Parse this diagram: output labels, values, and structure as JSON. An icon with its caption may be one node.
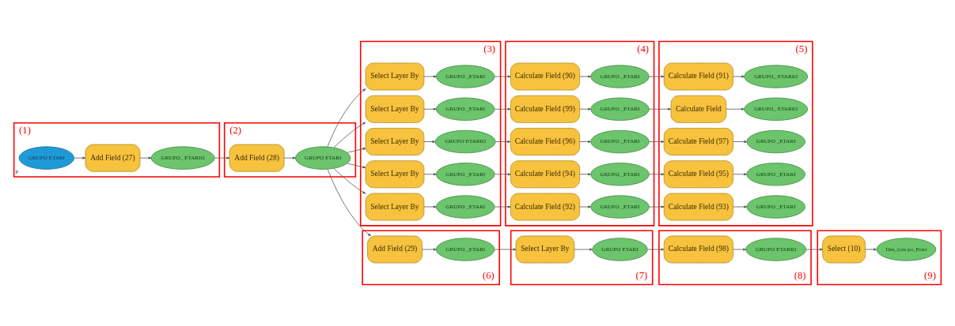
{
  "diagram": {
    "nodes": [
      {
        "text": [
          "(1)"
        ]
      },
      {
        "text": [
          "GRUPO ETARI"
        ],
        "in": 0,
        "beside": [
          "P"
        ]
      },
      {
        "text": [
          "Add Field (27)"
        ],
        "in": 0
      },
      {
        "text": [
          "GRUPO_ ETARIO"
        ],
        "in": 0
      },
      {
        "text": [
          "(2)"
        ]
      },
      {
        "text": [
          "Add Field (28)"
        ],
        "in": 4
      },
      {
        "text": [
          "GRUPO ETARI"
        ],
        "in": 4
      },
      {
        "text": [
          "(3)"
        ]
      },
      {
        "text": [
          "Select Layer By"
        ],
        "in": 7
      },
      {
        "text": [
          "GRUPO _ETARI"
        ],
        "in": 7
      },
      {
        "text": [
          "Select Layer By"
        ],
        "in": 7
      },
      {
        "text": [
          "GRUPO _ETARI"
        ],
        "in": 7
      },
      {
        "text": [
          "Select Layer By"
        ],
        "in": 7
      },
      {
        "text": [
          "GRUPO ETARIO"
        ],
        "in": 7
      },
      {
        "text": [
          "Select Layer By"
        ],
        "in": 7
      },
      {
        "text": [
          "GRUPO _ETARI"
        ],
        "in": 7
      },
      {
        "text": [
          "Select Layer By"
        ],
        "in": 7
      },
      {
        "text": [
          "GRUPO _ETARI"
        ],
        "in": 7
      },
      {
        "text": [
          "(4)"
        ]
      },
      {
        "text": [
          "Calculate Field (90)"
        ],
        "in": 18
      },
      {
        "text": [
          "GRUPO _ETARI"
        ],
        "in": 18
      },
      {
        "text": [
          "Calculate Field (99)"
        ],
        "in": 18
      },
      {
        "text": [
          "GRUPO _ETARI"
        ],
        "in": 18
      },
      {
        "text": [
          "Calculate Field (96)"
        ],
        "in": 18
      },
      {
        "text": [
          "GRUPO _ETARI"
        ],
        "in": 18
      },
      {
        "text": [
          "Calculate Field (94)"
        ],
        "in": 18
      },
      {
        "text": [
          "GRUPO _ETARI"
        ],
        "in": 18
      },
      {
        "text": [
          "Calculate Field (92)"
        ],
        "in": 18
      },
      {
        "text": [
          "GRUPO _ETARI"
        ],
        "in": 18
      },
      {
        "text": [
          "(5)"
        ]
      },
      {
        "text": [
          "Calculate Field (91)"
        ],
        "in": 29
      },
      {
        "text": [
          "GRUPO_ ETARIO"
        ],
        "in": 29
      },
      {
        "text": [
          "Calculate Field"
        ],
        "in": 29
      },
      {
        "text": [
          "GRUPO_ ETARIO"
        ],
        "in": 29
      },
      {
        "text": [
          "Calculate Field (97)"
        ],
        "in": 29
      },
      {
        "text": [
          "GRUPO _ETARI"
        ],
        "in": 29
      },
      {
        "text": [
          "Calculate Field (95)"
        ],
        "in": 29
      },
      {
        "text": [
          "GRUPO _ETARI"
        ],
        "in": 29
      },
      {
        "text": [
          "Calculate Field (93)"
        ],
        "in": 29
      },
      {
        "text": [
          "GRUPO _ETARI"
        ],
        "in": 29
      },
      {
        "text": [
          "(6)"
        ]
      },
      {
        "text": [
          "Add Field (29)"
        ],
        "in": 40
      },
      {
        "text": [
          "GRUPO _ETARI"
        ],
        "in": 40
      },
      {
        "text": [
          "(7)"
        ]
      },
      {
        "text": [
          "Select Layer By"
        ],
        "in": 43
      },
      {
        "text": [
          "GRUPO ETARI"
        ],
        "in": 43
      },
      {
        "text": [
          "(8)"
        ]
      },
      {
        "text": [
          "Calculate Field (98)"
        ],
        "in": 46
      },
      {
        "text": [
          "GRUPO ETARIO"
        ],
        "in": 46
      },
      {
        "text": [
          "(9)"
        ]
      },
      {
        "text": [
          "Select (10)"
        ],
        "in": 49
      },
      {
        "text": [
          "Des_Gru po_Etari"
        ],
        "in": 49
      }
    ],
    "edges": [
      {
        "from": 1,
        "to": 2,
        "arrow": "to"
      },
      {
        "from": 2,
        "to": 3,
        "arrow": "to"
      },
      {
        "from": 3,
        "to": 5,
        "arrow": "to"
      },
      {
        "from": 5,
        "to": 6,
        "arrow": "to"
      },
      {
        "from": 6,
        "to": 8,
        "arrow": "to"
      },
      {
        "from": 6,
        "to": 10,
        "arrow": "to"
      },
      {
        "from": 6,
        "to": 12,
        "arrow": "to"
      },
      {
        "from": 6,
        "to": 14,
        "arrow": "to"
      },
      {
        "from": 6,
        "to": 16,
        "arrow": "to"
      },
      {
        "from": 6,
        "to": 41,
        "arrow": "to"
      },
      {
        "from": 8,
        "to": 9,
        "arrow": "to"
      },
      {
        "from": 9,
        "to": 19,
        "arrow": "to"
      },
      {
        "from": 19,
        "to": 20,
        "arrow": "to"
      },
      {
        "from": 20,
        "to": 30,
        "arrow": "to"
      },
      {
        "from": 30,
        "to": 31,
        "arrow": "to"
      },
      {
        "from": 10,
        "to": 11,
        "arrow": "to"
      },
      {
        "from": 11,
        "to": 21,
        "arrow": "to"
      },
      {
        "from": 21,
        "to": 22,
        "arrow": "to"
      },
      {
        "from": 22,
        "to": 32,
        "arrow": "to"
      },
      {
        "from": 32,
        "to": 33,
        "arrow": "to"
      },
      {
        "from": 12,
        "to": 13,
        "arrow": "to"
      },
      {
        "from": 13,
        "to": 23,
        "arrow": "to"
      },
      {
        "from": 23,
        "to": 24,
        "arrow": "to"
      },
      {
        "from": 24,
        "to": 34,
        "arrow": "to"
      },
      {
        "from": 34,
        "to": 35,
        "arrow": "to"
      },
      {
        "from": 14,
        "to": 15,
        "arrow": "to"
      },
      {
        "from": 15,
        "to": 25,
        "arrow": "to"
      },
      {
        "from": 25,
        "to": 26,
        "arrow": "to"
      },
      {
        "from": 26,
        "to": 36,
        "arrow": "to"
      },
      {
        "from": 36,
        "to": 37,
        "arrow": "to"
      },
      {
        "from": 16,
        "to": 17,
        "arrow": "to"
      },
      {
        "from": 17,
        "to": 27,
        "arrow": "to"
      },
      {
        "from": 27,
        "to": 28,
        "arrow": "to"
      },
      {
        "from": 28,
        "to": 38,
        "arrow": "to"
      },
      {
        "from": 38,
        "to": 39,
        "arrow": "to"
      },
      {
        "from": 41,
        "to": 42,
        "arrow": "to"
      },
      {
        "from": 42,
        "to": 44,
        "arrow": "to"
      },
      {
        "from": 44,
        "to": 45,
        "arrow": "to"
      },
      {
        "from": 45,
        "to": 47,
        "arrow": "to"
      },
      {
        "from": 47,
        "to": 48,
        "arrow": "to"
      },
      {
        "from": 48,
        "to": 50,
        "arrow": "to"
      },
      {
        "from": 50,
        "to": 51,
        "arrow": "to"
      }
    ]
  }
}
